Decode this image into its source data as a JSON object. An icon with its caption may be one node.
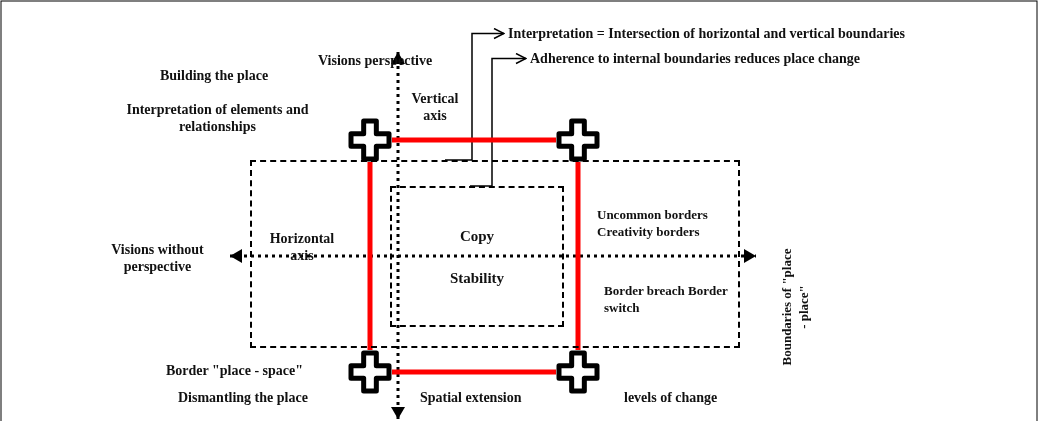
{
  "diagram": {
    "nodes": [
      {
        "text": [
          "Interpretation = Intersection of horizontal and vertical boundaries"
        ]
      },
      {
        "text": [
          "Adherence to internal boundaries reduces place change"
        ]
      },
      {
        "text": [],
        "shape": "cross"
      },
      {
        "text": [],
        "shape": "cross"
      },
      {
        "text": [
          "Uncommon borders Creativity borders",
          "Border breach Border switch"
        ]
      },
      {
        "text": [
          "Copy",
          "Stability"
        ],
        "in": 4
      },
      {
        "text": [],
        "shape": "cross"
      },
      {
        "text": [],
        "shape": "cross"
      }
    ],
    "edges": [
      {
        "from": 4,
        "to": 0,
        "arrow": "to",
        "color": "#000000"
      },
      {
        "from": 5,
        "to": 1,
        "arrow": "to",
        "color": "#000000"
      },
      {
        "from": 2,
        "to": 3,
        "arrow": "none"
      },
      {
        "from": 2,
        "to": 6,
        "arrow": "none"
      },
      {
        "from": 3,
        "to": 7,
        "arrow": "none"
      },
      {
        "from": 6,
        "to": 7,
        "arrow": "none"
      }
    ],
    "labels": [
      "Visions perspective",
      "Building the place",
      "Vertical axis",
      "Interpretation of elements and relationships",
      "Visions without perspective",
      "Horizontal axis",
      "Boundaries of \"place - place\"",
      "Border \"place - space\"",
      "Dismantling the place",
      "Spatial extension",
      "levels of change"
    ]
  }
}
